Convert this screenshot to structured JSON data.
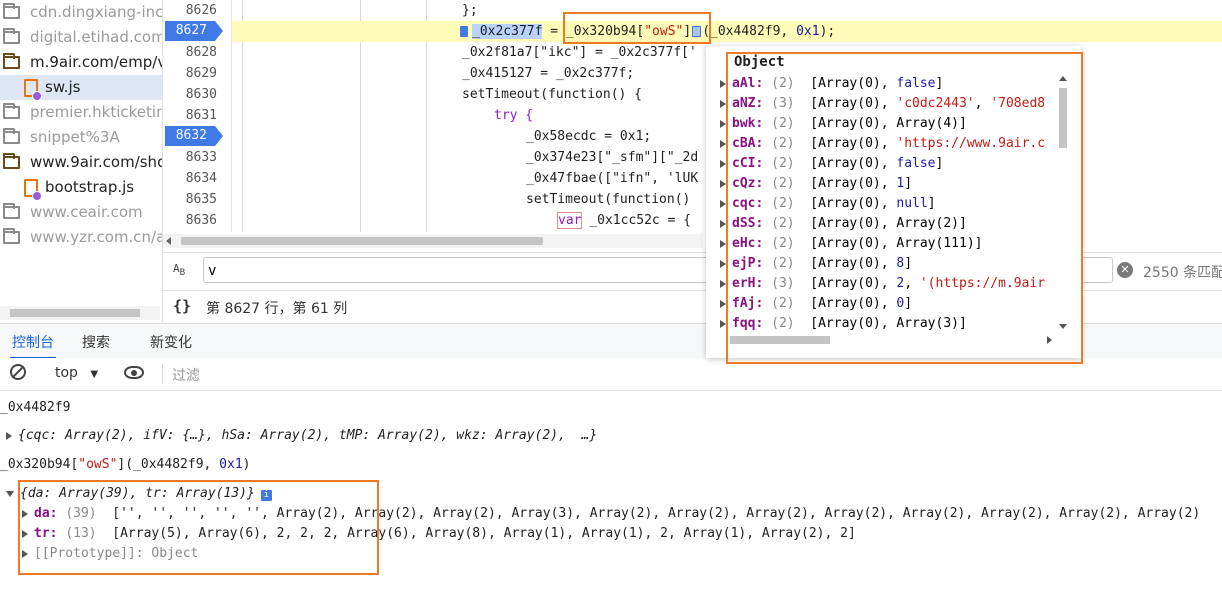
{
  "tree": [
    {
      "label": "cdn.dingxiang-inc.",
      "kind": "folder",
      "style": "gray"
    },
    {
      "label": "digital.etihad.com",
      "kind": "folder",
      "style": "gray"
    },
    {
      "label": "m.9air.com/emp/v",
      "kind": "folder",
      "style": "dark"
    },
    {
      "label": "sw.js",
      "kind": "file",
      "selected": true
    },
    {
      "label": "premier.hkticketing",
      "kind": "folder",
      "style": "gray"
    },
    {
      "label": "snippet%3A",
      "kind": "folder",
      "style": "gray"
    },
    {
      "label": "www.9air.com/sho",
      "kind": "folder",
      "style": "dark"
    },
    {
      "label": "bootstrap.js",
      "kind": "file"
    },
    {
      "label": "www.ceair.com",
      "kind": "folder",
      "style": "gray"
    },
    {
      "label": "www.yzr.com.cn/ap",
      "kind": "folder",
      "style": "gray"
    }
  ],
  "gutter": [
    "8626",
    "8627",
    "8628",
    "8629",
    "8630",
    "8631",
    "8632",
    "8633",
    "8634",
    "8635",
    "8636"
  ],
  "breakpoints": [
    "8627",
    "8632"
  ],
  "code": {
    "l8626": "};",
    "l8627a": "_0x2c377f",
    "l8627b": " = ",
    "l8627c": "_0x320b94[",
    "l8627d": "\"owS\"",
    "l8627e": "]",
    "l8627f": "(_0x4482f9, ",
    "l8627g": "0x1",
    "l8627h": ");",
    "l8628": "_0x2f81a7[\"ikc\"] = _0x2c377f['",
    "l8629": "_0x415127 = _0x2c377f;",
    "l8630": "setTimeout(function() {",
    "l8631": "try {",
    "l8632": "_0x58ecdc = 0x1;",
    "l8633": "_0x374e23[\"_sfm\"][\"_2d",
    "l8634": "_0x47fbae([\"ifn\", 'lUK",
    "l8635": "setTimeout(function()",
    "l8636a": "var",
    "l8636b": " _0x1cc52c = {"
  },
  "search": {
    "value": "v",
    "count": "2550 条匹配"
  },
  "status": {
    "brace": "{}",
    "text": "第 8627 行，第 61 列"
  },
  "drawer_tabs": [
    "控制台",
    "搜索",
    "新变化"
  ],
  "toolbar": {
    "context": "top",
    "filter_placeholder": "过滤"
  },
  "console": {
    "line1": "_0x4482f9",
    "line2": "{cqc: Array(2), ifV: {…}, hSa: Array(2), tMP: Array(2), wkz: Array(2),  …}",
    "line3a": "_0x320b94[",
    "line3b": "\"owS\"",
    "line3c": "](_0x4482f9, ",
    "line3d": "0x1",
    "line3e": ")",
    "obj_head": "{da: Array(39), tr: Array(13)}",
    "info": "i",
    "da_key": "da:",
    "da_count": "(39)",
    "da_val": "['', '', '', '', '', Array(2), Array(2), Array(2), Array(3), Array(2), Array(2), Array(2), Array(2), Array(2), Array(2), Array(2), Array(2)",
    "tr_key": "tr:",
    "tr_count": "(13)",
    "tr_val": "[Array(5), Array(6), 2, 2, 2, Array(6), Array(8), Array(1), Array(1), 2, Array(1), Array(2), 2]",
    "proto": "[[Prototype]]: Object"
  },
  "popover": {
    "title": "Object",
    "rows": [
      {
        "key": "aAl:",
        "count": "(2)",
        "val": "[Array(0), false]"
      },
      {
        "key": "aNZ:",
        "count": "(3)",
        "val": "[Array(0), 'c0dc2443', '708ed8"
      },
      {
        "key": "bwk:",
        "count": "(2)",
        "val": "[Array(0), Array(4)]"
      },
      {
        "key": "cBA:",
        "count": "(2)",
        "val": "[Array(0), 'https://www.9air.c"
      },
      {
        "key": "cCI:",
        "count": "(2)",
        "val": "[Array(0), false]"
      },
      {
        "key": "cQz:",
        "count": "(2)",
        "val": "[Array(0), 1]"
      },
      {
        "key": "cqc:",
        "count": "(2)",
        "val": "[Array(0), null]"
      },
      {
        "key": "dSS:",
        "count": "(2)",
        "val": "[Array(0), Array(2)]"
      },
      {
        "key": "eHc:",
        "count": "(2)",
        "val": "[Array(0), Array(111)]"
      },
      {
        "key": "ejP:",
        "count": "(2)",
        "val": "[Array(0), 8]"
      },
      {
        "key": "erH:",
        "count": "(3)",
        "val": "[Array(0), 2, '(https://m.9air"
      },
      {
        "key": "fAj:",
        "count": "(2)",
        "val": "[Array(0), 0]"
      },
      {
        "key": "fqq:",
        "count": "(2)",
        "val": "[Array(0), Array(3)]"
      }
    ]
  },
  "colors": {
    "accent": "#1a62d6",
    "highlight_box": "#f07a22",
    "breakpoint": "#3f7ae6"
  }
}
